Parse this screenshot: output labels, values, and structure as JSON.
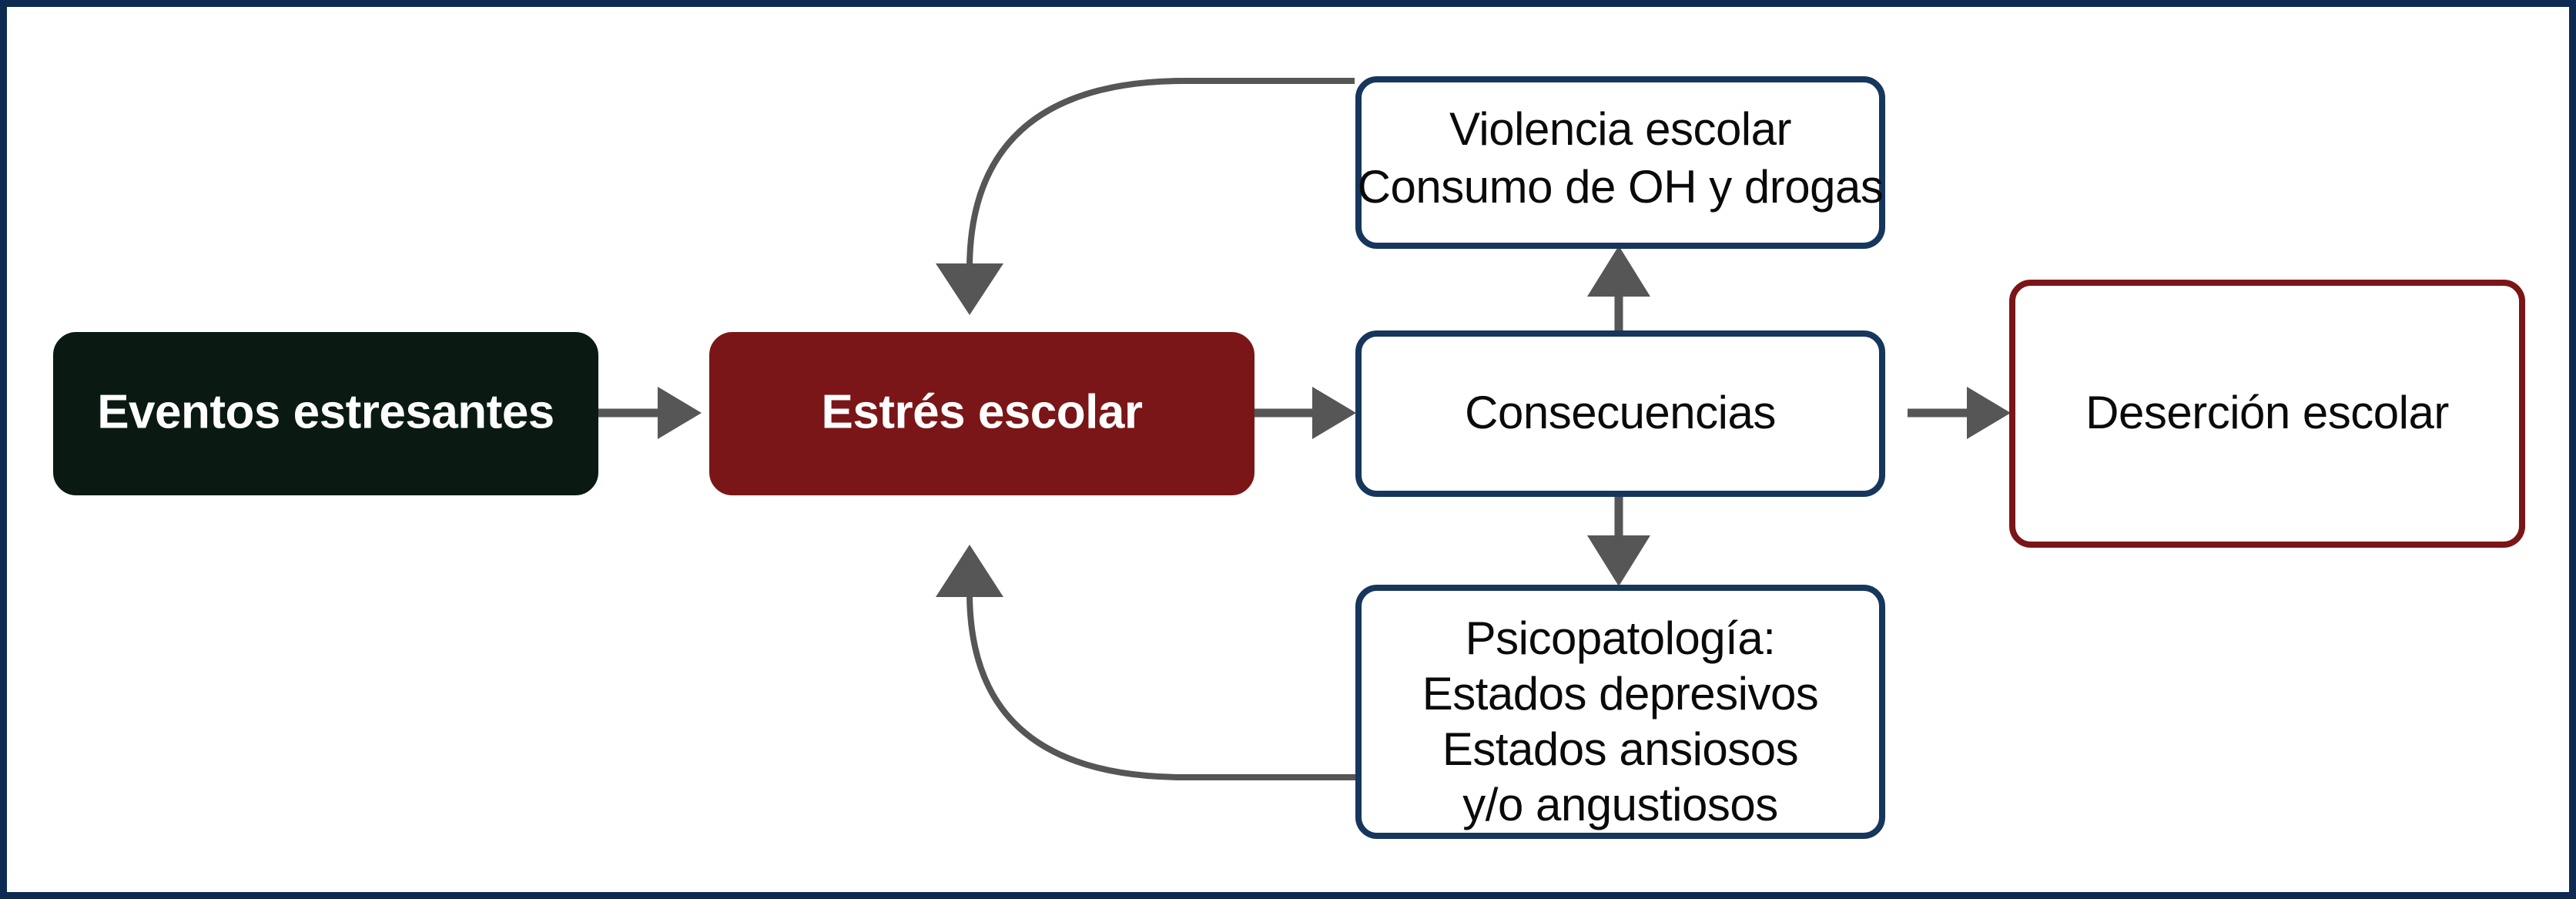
{
  "figure": {
    "type": "flow-diagram",
    "frame_color": "#0C2A52",
    "background": "#ffffff",
    "arrow_color": "#565656"
  },
  "nodes": {
    "eventos": {
      "id": "eventos-estresantes",
      "label": "Eventos estresantes",
      "fill": "#0A1A12",
      "text_color": "#FFFFFF",
      "border_color": "#0A1A12",
      "style": "filled-dark",
      "bold": true
    },
    "estres": {
      "id": "estres-escolar",
      "label": "Estrés escolar",
      "fill": "#7A1618",
      "text_color": "#FFFFFF",
      "border_color": "#7A1618",
      "style": "filled-red",
      "bold": true
    },
    "violencia": {
      "id": "violencia-consumo",
      "line1": "Violencia escolar",
      "line2": "Consumo de OH y drogas",
      "fill": "#FFFFFF",
      "text_color": "#0A0A0A",
      "border_color": "#16365C",
      "style": "outlined-navy",
      "bold": false
    },
    "consecuencias": {
      "id": "consecuencias",
      "label": "Consecuencias",
      "fill": "#FFFFFF",
      "text_color": "#0A0A0A",
      "border_color": "#16365C",
      "style": "outlined-navy",
      "bold": false
    },
    "psicopatologia": {
      "id": "psicopatologia",
      "line1": "Psicopatología:",
      "line2": "Estados depresivos",
      "line3": "Estados ansiosos",
      "line4": "y/o angustiosos",
      "fill": "#FFFFFF",
      "text_color": "#0A0A0A",
      "border_color": "#16365C",
      "style": "outlined-navy",
      "bold": false
    },
    "desercion": {
      "id": "desercion-escolar",
      "label": "Deserción escolar",
      "fill": "#FFFFFF",
      "text_color": "#0A0A0A",
      "border_color": "#7A1618",
      "style": "outlined-red",
      "bold": false
    }
  },
  "edges": [
    {
      "id": "eventos-to-estres",
      "from": "eventos",
      "to": "estres",
      "shape": "straight-right",
      "label": ""
    },
    {
      "id": "estres-to-consecuencias",
      "from": "estres",
      "to": "consecuencias",
      "shape": "straight-right",
      "label": ""
    },
    {
      "id": "consecuencias-to-desercion",
      "from": "consecuencias",
      "to": "desercion",
      "shape": "straight-right",
      "label": ""
    },
    {
      "id": "consecuencias-to-violencia",
      "from": "consecuencias",
      "to": "violencia",
      "shape": "straight-up",
      "label": ""
    },
    {
      "id": "consecuencias-to-psicopatologia",
      "from": "consecuencias",
      "to": "psicopatologia",
      "shape": "straight-down",
      "label": ""
    },
    {
      "id": "violencia-to-estres",
      "from": "violencia",
      "to": "estres",
      "shape": "curved-feedback-top",
      "label": ""
    },
    {
      "id": "psicopatologia-to-estres",
      "from": "psicopatologia",
      "to": "estres",
      "shape": "curved-feedback-bottom",
      "label": ""
    }
  ]
}
